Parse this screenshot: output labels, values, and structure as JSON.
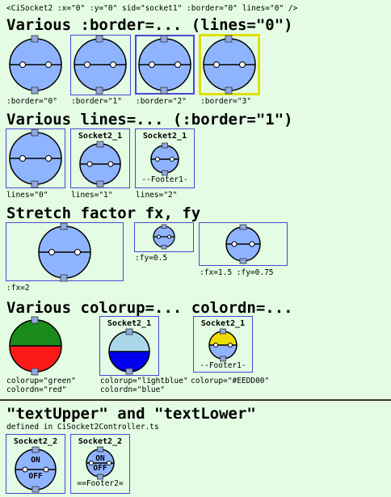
{
  "top_line": "<CiSocket2 :x=\"0\" :y=\"0\" sid=\"socket1\" :border=\"0\" lines=\"0\" />",
  "sections": {
    "border": {
      "heading": "Various :border=... (lines=\"0\")",
      "captions": [
        ":border=\"0\"",
        ":border=\"1\"",
        ":border=\"2\"",
        ":border=\"3\""
      ]
    },
    "lines": {
      "heading": "Various lines=... (:border=\"1\")",
      "captions": [
        "lines=\"0\"",
        "lines=\"1\"",
        "lines=\"2\""
      ],
      "title": "Socket2_1",
      "footer": "--Footer1-"
    },
    "stretch": {
      "heading": "Stretch factor fx, fy",
      "captions": [
        ":fx=2",
        ":fy=0.5",
        ":fx=1.5 :fy=0.75"
      ]
    },
    "colors": {
      "heading": "Various colorup=... colordn=...",
      "captions": [
        "colorup=\"green\"\ncolordn=\"red\"",
        "colorup=\"lightblue\"\ncolordn=\"blue\"",
        "colorup=\"#EEDD00\""
      ],
      "title": "Socket2_1",
      "footer": "--Footer1-",
      "palette": {
        "default": "#8fb4ff",
        "green": "#1a8a1a",
        "red": "#ff1a1a",
        "lightblue": "#a8d8e8",
        "blue": "#0000ee",
        "yellow": "#EEDD00",
        "connector": "#8fa8e0"
      }
    },
    "text": {
      "heading": "\"textUpper\" and \"textLower\"",
      "subheading": "defined in CiSocket2Controller.ts",
      "title": "Socket2_2",
      "upper": "ON",
      "lower": "OFF",
      "footer": "==Footer2="
    }
  }
}
